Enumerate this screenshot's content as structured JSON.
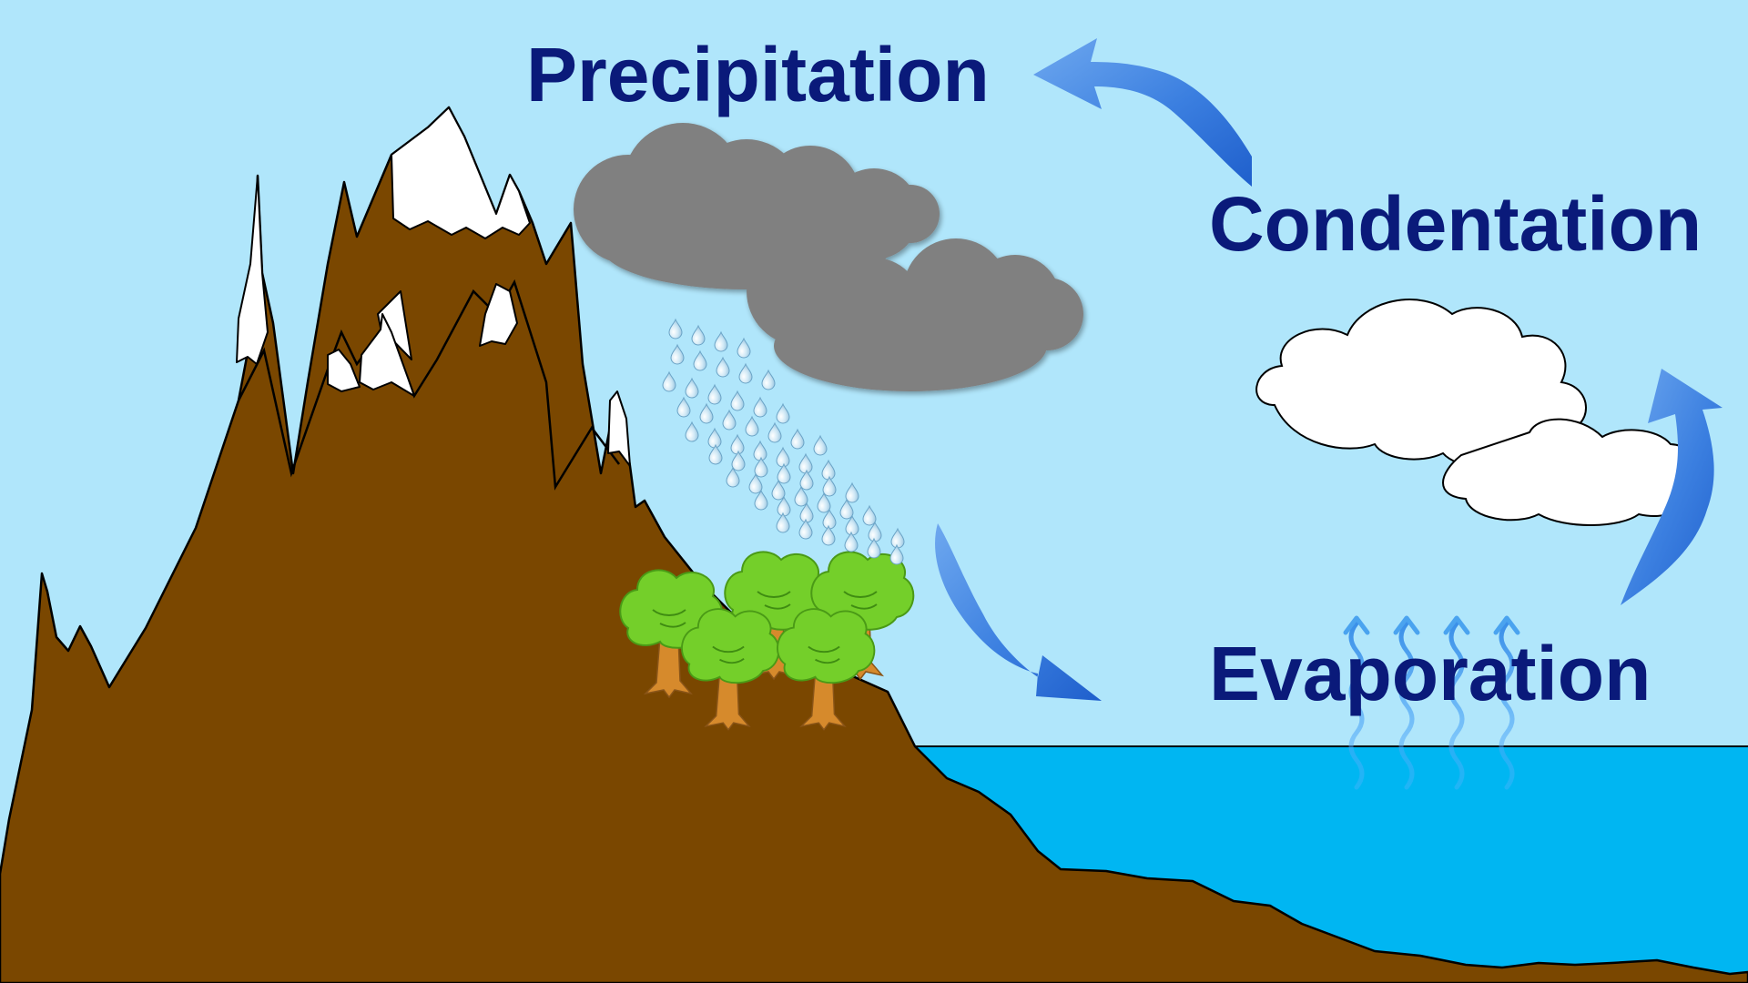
{
  "labels": {
    "precipitation": "Precipitation",
    "condensation": "Condentation",
    "evaporation": "Evaporation"
  },
  "colors": {
    "sky": "#b0e6fb",
    "water": "#00b6f2",
    "earth": "#7a4700",
    "snow": "#ffffff",
    "rain_cloud": "#808080",
    "white_cloud": "#ffffff",
    "label_text": "#0a1a7a",
    "arrow": "#3d7fe0",
    "droplet": "#9cc8e0",
    "tree_foliage": "#74cf2a",
    "tree_trunk": "#d68a2c",
    "vapor": "#4aa3ef"
  },
  "icons": {
    "arrows": [
      "curved-arrow-icon",
      "curved-arrow-icon",
      "curved-arrow-icon"
    ],
    "vapor": "wavy-up-arrow-icon",
    "rain": "raindrop-icon",
    "tree": "tree-icon",
    "cloud": "cloud-icon"
  }
}
